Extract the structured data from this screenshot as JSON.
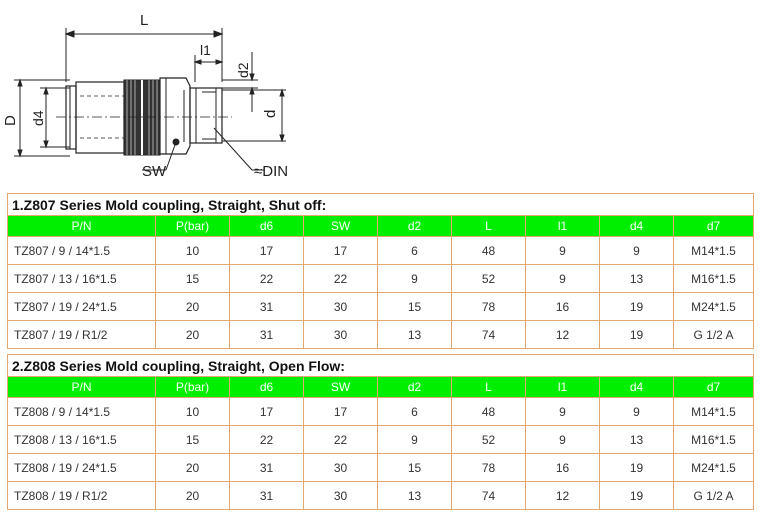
{
  "drawing": {
    "labels": {
      "L": "L",
      "l1": "l1",
      "d2": "d2",
      "D": "D",
      "d4": "d4",
      "d": "d",
      "SW": "SW",
      "DIN": "≈DIN"
    }
  },
  "columns": [
    "P/N",
    "P(bar)",
    "d6",
    "SW",
    "d2",
    "L",
    "l1",
    "d4",
    "d7"
  ],
  "tables": [
    {
      "title": "1.Z807 Series Mold coupling, Straight, Shut off:",
      "rows": [
        [
          "TZ807 / 9 / 14*1.5",
          "10",
          "17",
          "17",
          "6",
          "48",
          "9",
          "9",
          "M14*1.5"
        ],
        [
          "TZ807 / 13 / 16*1.5",
          "15",
          "22",
          "22",
          "9",
          "52",
          "9",
          "13",
          "M16*1.5"
        ],
        [
          "TZ807 / 19 / 24*1.5",
          "20",
          "31",
          "30",
          "15",
          "78",
          "16",
          "19",
          "M24*1.5"
        ],
        [
          "TZ807 / 19 / R1/2",
          "20",
          "31",
          "30",
          "13",
          "74",
          "12",
          "19",
          "G 1/2 A"
        ]
      ]
    },
    {
      "title": "2.Z808 Series Mold coupling, Straight, Open Flow:",
      "rows": [
        [
          "TZ808 / 9 / 14*1.5",
          "10",
          "17",
          "17",
          "6",
          "48",
          "9",
          "9",
          "M14*1.5"
        ],
        [
          "TZ808 / 13 / 16*1.5",
          "15",
          "22",
          "22",
          "9",
          "52",
          "9",
          "13",
          "M16*1.5"
        ],
        [
          "TZ808 / 19 / 24*1.5",
          "20",
          "31",
          "30",
          "15",
          "78",
          "16",
          "19",
          "M24*1.5"
        ],
        [
          "TZ808 / 19 / R1/2",
          "20",
          "31",
          "30",
          "13",
          "74",
          "12",
          "19",
          "G 1/2 A"
        ]
      ]
    }
  ]
}
